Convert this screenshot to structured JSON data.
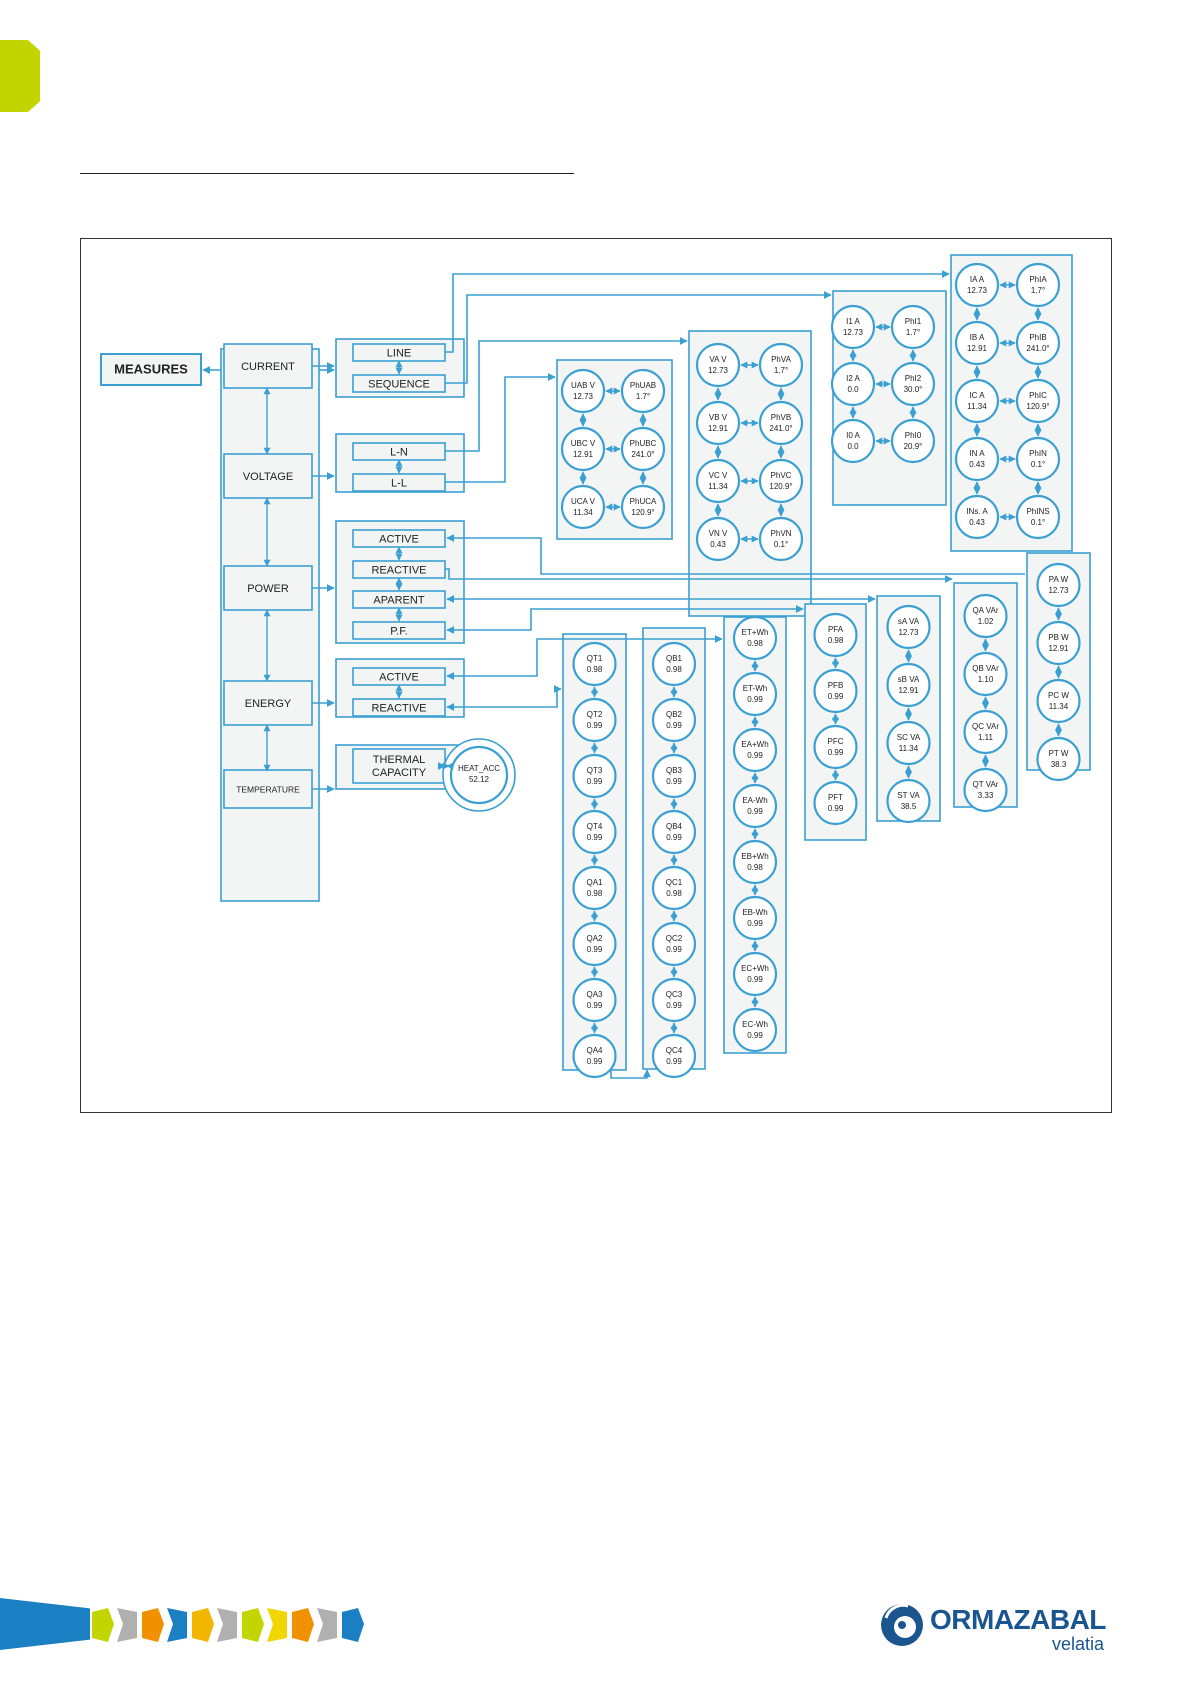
{
  "colors": {
    "line": "#3aa0d2",
    "box_fill": "#f3f4f4",
    "accent_green": "#c2d500",
    "brand_blue": "#1a5590"
  },
  "diagram": {
    "root": "MEASURES",
    "categories": [
      "CURRENT",
      "VOLTAGE",
      "POWER",
      "ENERGY",
      "TEMPERATURE"
    ],
    "current_sub": [
      "LINE",
      "SEQUENCE"
    ],
    "voltage_sub": [
      "L-N",
      "L-L"
    ],
    "power_sub": [
      "ACTIVE",
      "REACTIVE",
      "APARENT",
      "P.F."
    ],
    "energy_sub": [
      "ACTIVE",
      "REACTIVE"
    ],
    "temperature_sub": [
      "THERMAL CAPACITY"
    ],
    "heat_acc": [
      "HEAT_ACC",
      "52.12"
    ],
    "line_current": [
      [
        "IA A",
        "12.73"
      ],
      [
        "PhIA",
        "1.7°"
      ],
      [
        "IB A",
        "12.91"
      ],
      [
        "PhIB",
        "241.0°"
      ],
      [
        "IC A",
        "11.34"
      ],
      [
        "PhIC",
        "120.9°"
      ],
      [
        "IN A",
        "0.43"
      ],
      [
        "PhIN",
        "0.1°"
      ],
      [
        "INs. A",
        "0.43"
      ],
      [
        "PhINS",
        "0.1°"
      ]
    ],
    "sequence_current": [
      [
        "I1 A",
        "12.73"
      ],
      [
        "PhI1",
        "1.7°"
      ],
      [
        "I2 A",
        "0.0"
      ],
      [
        "PhI2",
        "30.0°"
      ],
      [
        "I0 A",
        "0.0"
      ],
      [
        "PhI0",
        "20.9°"
      ]
    ],
    "voltage_ll": [
      [
        "UAB V",
        "12.73"
      ],
      [
        "PhUAB",
        "1.7°"
      ],
      [
        "UBC V",
        "12.91"
      ],
      [
        "PhUBC",
        "241.0°"
      ],
      [
        "UCA V",
        "11.34"
      ],
      [
        "PhUCA",
        "120.9°"
      ]
    ],
    "voltage_ln": [
      [
        "VA V",
        "12.73"
      ],
      [
        "PhVA",
        "1.7°"
      ],
      [
        "VB V",
        "12.91"
      ],
      [
        "PhVB",
        "241.0°"
      ],
      [
        "VC V",
        "11.34"
      ],
      [
        "PhVC",
        "120.9°"
      ],
      [
        "VN V",
        "0.43"
      ],
      [
        "PhVN",
        "0.1°"
      ]
    ],
    "active_power": [
      [
        "PA W",
        "12.73"
      ],
      [
        "PB W",
        "12.91"
      ],
      [
        "PC W",
        "11.34"
      ],
      [
        "PT W",
        "38.3"
      ]
    ],
    "reactive_power": [
      [
        "QA VAr",
        "1.02"
      ],
      [
        "QB VAr",
        "1.10"
      ],
      [
        "QC VAr",
        "1.11"
      ],
      [
        "QT VAr",
        "3.33"
      ]
    ],
    "apparent_power": [
      [
        "sA VA",
        "12.73"
      ],
      [
        "sB VA",
        "12.91"
      ],
      [
        "SC VA",
        "11.34"
      ],
      [
        "ST VA",
        "38.5"
      ]
    ],
    "power_factor": [
      [
        "PFA",
        "0.98"
      ],
      [
        "PFB",
        "0.99"
      ],
      [
        "PFC",
        "0.99"
      ],
      [
        "PFT",
        "0.99"
      ]
    ],
    "active_energy": [
      [
        "ET+Wh",
        "0.98"
      ],
      [
        "ET-Wh",
        "0.99"
      ],
      [
        "EA+Wh",
        "0.99"
      ],
      [
        "EA-Wh",
        "0.99"
      ],
      [
        "EB+Wh",
        "0.98"
      ],
      [
        "EB-Wh",
        "0.99"
      ],
      [
        "EC+Wh",
        "0.99"
      ],
      [
        "EC-Wh",
        "0.99"
      ]
    ],
    "reactive_energy_1": [
      [
        "QT1",
        "0.98"
      ],
      [
        "QT2",
        "0.99"
      ],
      [
        "QT3",
        "0.99"
      ],
      [
        "QT4",
        "0.99"
      ],
      [
        "QA1",
        "0.98"
      ],
      [
        "QA2",
        "0.99"
      ],
      [
        "QA3",
        "0.99"
      ],
      [
        "QA4",
        "0.99"
      ]
    ],
    "reactive_energy_2": [
      [
        "QB1",
        "0.98"
      ],
      [
        "QB2",
        "0.99"
      ],
      [
        "QB3",
        "0.99"
      ],
      [
        "QB4",
        "0.99"
      ],
      [
        "QC1",
        "0.98"
      ],
      [
        "QC2",
        "0.99"
      ],
      [
        "QC3",
        "0.99"
      ],
      [
        "QC4",
        "0.99"
      ]
    ]
  },
  "footer": {
    "logo_name": "ORMAZABAL",
    "logo_sub": "velatia",
    "tile_colors": [
      "#c2d500",
      "#b0b0b0",
      "#f29100",
      "#1b7fc3",
      "#f2b600",
      "#b0b0b0",
      "#c2d500",
      "#f2d600",
      "#f29100",
      "#b0b0b0",
      "#1b7fc3"
    ]
  }
}
